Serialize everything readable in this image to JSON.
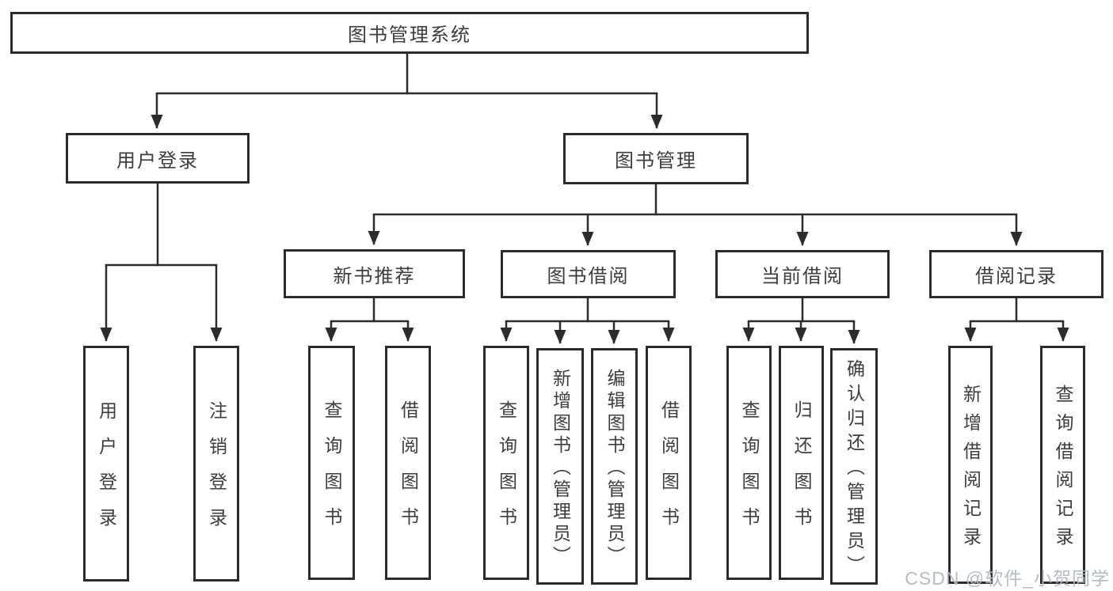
{
  "tree": {
    "root": {
      "label": "图书管理系统"
    },
    "branches": [
      {
        "label": "用户登录",
        "children": [
          {
            "label": "用户登录"
          },
          {
            "label": "注销登录"
          }
        ]
      },
      {
        "label": "图书管理",
        "children": [
          {
            "label": "新书推荐",
            "children": [
              {
                "label": "查询图书"
              },
              {
                "label": "借阅图书"
              }
            ]
          },
          {
            "label": "图书借阅",
            "children": [
              {
                "label": "查询图书"
              },
              {
                "label": "新增图书（管理员）"
              },
              {
                "label": "编辑图书（管理员）"
              },
              {
                "label": "借阅图书"
              }
            ]
          },
          {
            "label": "当前借阅",
            "children": [
              {
                "label": "查询图书"
              },
              {
                "label": "归还图书"
              },
              {
                "label": "确认归还（管理员）"
              }
            ]
          },
          {
            "label": "借阅记录",
            "children": [
              {
                "label": "新增借阅记录"
              },
              {
                "label": "查询借阅记录"
              }
            ]
          }
        ]
      }
    ]
  },
  "watermark": {
    "text": "CSDN @软件_小贺同学"
  },
  "colors": {
    "line": "#2c2c2c",
    "text": "#3d3d3d",
    "background": "#ffffff",
    "watermark": "#b2b8c2"
  }
}
